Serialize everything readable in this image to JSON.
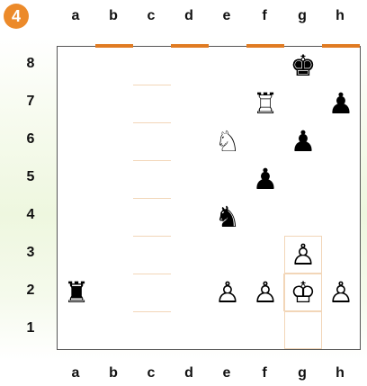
{
  "puzzle": {
    "number": "4"
  },
  "board": {
    "files": [
      "a",
      "b",
      "c",
      "d",
      "e",
      "f",
      "g",
      "h"
    ],
    "ranks": [
      "8",
      "7",
      "6",
      "5",
      "4",
      "3",
      "2",
      "1"
    ],
    "light_square_color": "#ffffff",
    "border_color": "#555555",
    "highlight_color": "#e07b22",
    "highlighted_top_files": [
      "b",
      "d",
      "f",
      "h"
    ],
    "pieces": [
      {
        "square": "g8",
        "color": "black",
        "type": "king",
        "glyph": "♚",
        "icon": "black-king-icon"
      },
      {
        "square": "f7",
        "color": "white",
        "type": "rook",
        "glyph": "♖",
        "icon": "white-rook-icon"
      },
      {
        "square": "h7",
        "color": "black",
        "type": "pawn",
        "glyph": "♟",
        "icon": "black-pawn-icon"
      },
      {
        "square": "e6",
        "color": "white",
        "type": "knight",
        "glyph": "♘",
        "icon": "white-knight-icon"
      },
      {
        "square": "g6",
        "color": "black",
        "type": "pawn",
        "glyph": "♟",
        "icon": "black-pawn-icon"
      },
      {
        "square": "f5",
        "color": "black",
        "type": "pawn",
        "glyph": "♟",
        "icon": "black-pawn-icon"
      },
      {
        "square": "e4",
        "color": "black",
        "type": "knight",
        "glyph": "♞",
        "icon": "black-knight-icon"
      },
      {
        "square": "g3",
        "color": "white",
        "type": "pawn",
        "glyph": "♙",
        "icon": "white-pawn-icon"
      },
      {
        "square": "a2",
        "color": "black",
        "type": "rook",
        "glyph": "♜",
        "icon": "black-rook-icon"
      },
      {
        "square": "e2",
        "color": "white",
        "type": "pawn",
        "glyph": "♙",
        "icon": "white-pawn-icon"
      },
      {
        "square": "f2",
        "color": "white",
        "type": "pawn",
        "glyph": "♙",
        "icon": "white-pawn-icon"
      },
      {
        "square": "g2",
        "color": "white",
        "type": "king",
        "glyph": "♔",
        "icon": "white-king-icon"
      },
      {
        "square": "h2",
        "color": "white",
        "type": "pawn",
        "glyph": "♙",
        "icon": "white-pawn-icon"
      }
    ]
  }
}
